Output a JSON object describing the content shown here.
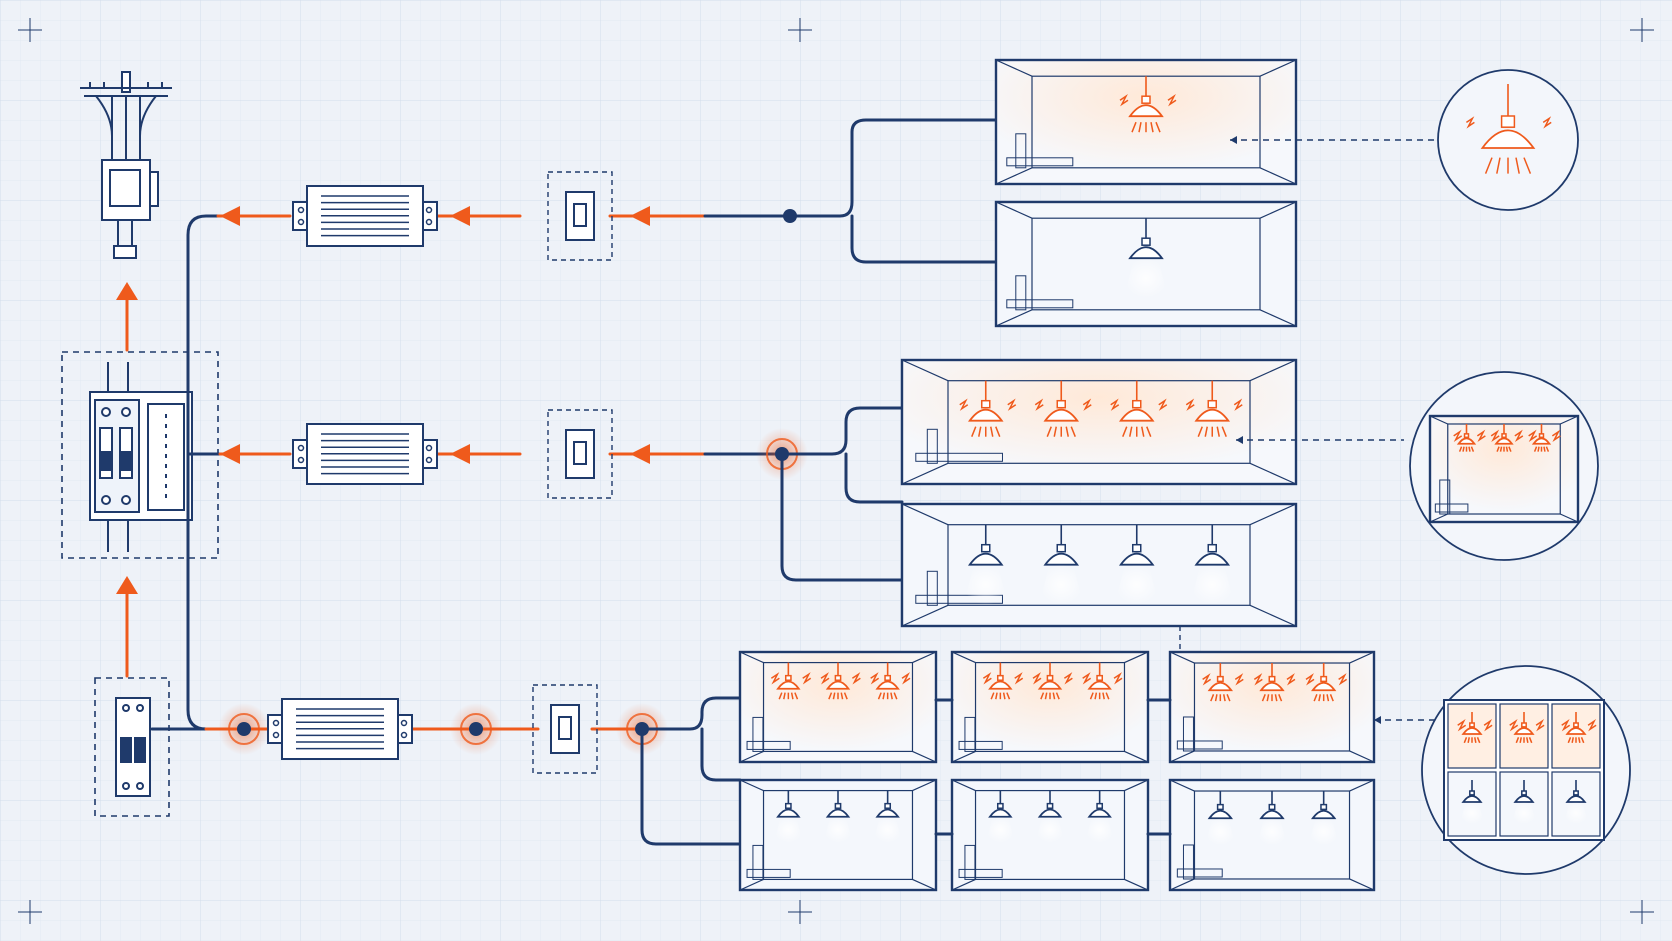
{
  "colors": {
    "background": "#eef2f8",
    "grid": "#d6dfec",
    "line": "#1f3a6b",
    "active": "#ef5a1c",
    "room_fill": "#f4f7fc"
  },
  "icons": {
    "source": "utility-pole-icon",
    "meter": "meter-icon",
    "panel": "breaker-panel-icon",
    "breaker": "breaker-icon",
    "transformer": "transformer-icon",
    "switch": "wall-switch-icon",
    "junction": "junction-node-icon",
    "lamp": "pendant-lamp-icon"
  },
  "circuits": [
    {
      "id": "circuit-1",
      "active_rooms": 1,
      "rooms": [
        {
          "lamps": 1,
          "lit": true
        },
        {
          "lamps": 1,
          "lit": false
        }
      ],
      "detail_lamps": 1
    },
    {
      "id": "circuit-2",
      "active_rooms": 1,
      "rooms": [
        {
          "lamps": 4,
          "lit": true
        },
        {
          "lamps": 4,
          "lit": false
        }
      ],
      "detail_lamps": 3
    },
    {
      "id": "circuit-3",
      "active_rooms": 3,
      "rooms": [
        {
          "lamps": 3,
          "lit": true
        },
        {
          "lamps": 3,
          "lit": true
        },
        {
          "lamps": 3,
          "lit": true
        },
        {
          "lamps": 3,
          "lit": false
        },
        {
          "lamps": 3,
          "lit": false
        },
        {
          "lamps": 3,
          "lit": false
        }
      ],
      "detail_lamps": 6
    }
  ]
}
